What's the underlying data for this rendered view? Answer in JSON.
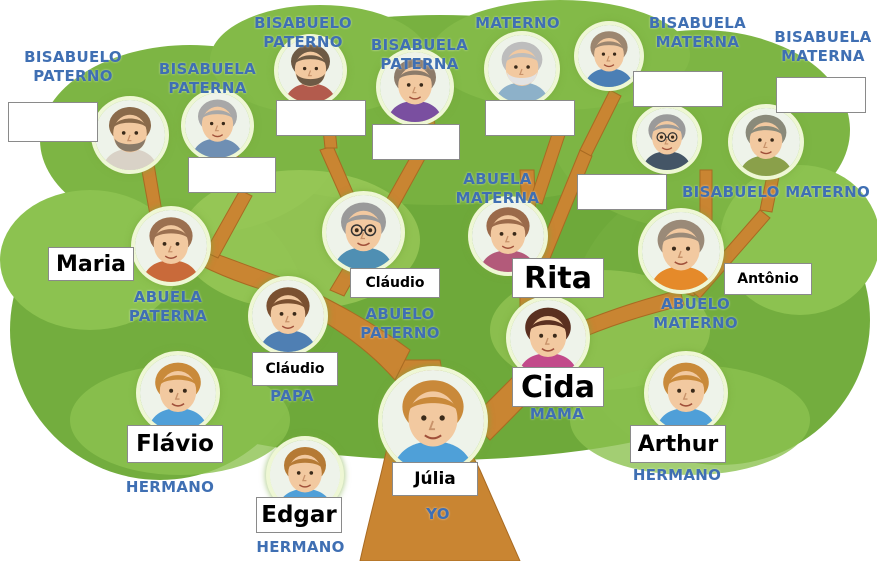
{
  "colors": {
    "foliage": "#6ea93a",
    "foliage_light": "#9fcd5c",
    "trunk": "#c98532",
    "label_text": "#3f6fb3",
    "name_box": "#ffffff"
  },
  "roles": {
    "bisabuelo_paterno_1": "BISABUELO PATERNO",
    "bisabuela_paterna_1": "BISABUELA PATERNA",
    "bisabuelo_paterno_2": "BISABUELO PATERNO",
    "bisabuela_paterna_2": "BISABUELA PATERNA",
    "bisabuelo_materno_1": "MATERNO",
    "bisabuela_materna_1": "BISABUELA MATERNA",
    "bisabuela_materna_2": "BISABUELA MATERNA",
    "bisabuelo_materno_2": "BISABUELO MATERNO",
    "abuela_materna": "ABUELA MATERNA",
    "abuela_paterna": "ABUELA PATERNA",
    "abuelo_paterno": "ABUELO PATERNO",
    "abuelo_materno": "ABUELO MATERNO",
    "papa": "PAPA",
    "mama": "MAMA",
    "yo": "YO",
    "hermano_1": "HERMANO",
    "hermano_2": "HERMANO",
    "hermano_3": "HERMANO"
  },
  "names": {
    "maria": "Maria",
    "claudio_avo": "Cláudio",
    "rita": "Rita",
    "antonio": "Antônio",
    "claudio_pai": "Cláudio",
    "cida": "Cida",
    "flavio": "Flávio",
    "arthur": "Arthur",
    "julia": "Júlia",
    "edgar": "Edgar"
  },
  "portraits": {
    "bisabuelo_paterno_1": "bearded-old-man-icon",
    "bisabuela_paterna_1": "old-woman-icon",
    "bisabuelo_paterno_2": "bearded-old-man-icon",
    "bisabuela_paterna_2": "old-woman-purple-icon",
    "bisabuelo_materno_1": "white-beard-old-man-icon",
    "bisabuela_materna_1": "old-woman-blue-icon",
    "bisabuelo_materno_2": "old-man-glasses-icon",
    "bisabuela_materna_2": "old-woman-green-icon",
    "abuela_paterna": "grandmother-icon",
    "abuelo_paterno": "grandfather-glasses-icon",
    "abuela_materna": "grandmother-icon",
    "abuelo_materno": "grandfather-icon",
    "papa": "father-icon",
    "mama": "mother-icon",
    "yo": "child-smiling-icon",
    "hermano_1": "boy-icon",
    "hermano_2": "boy-icon",
    "hermano_3": "boy-icon"
  }
}
